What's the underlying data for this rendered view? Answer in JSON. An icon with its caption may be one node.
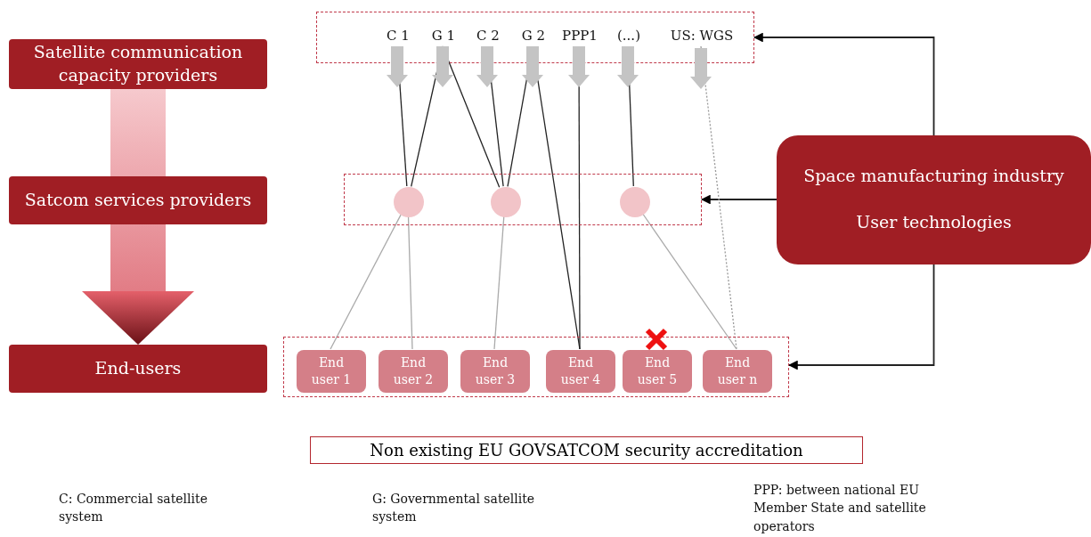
{
  "diagram": {
    "nodes": [
      {
        "text": [
          "Satellite communication capacity providers"
        ]
      },
      {
        "text": [
          "Satcom services providers"
        ]
      },
      {
        "text": [
          "End-users"
        ]
      },
      {
        "text": [],
        "shape": "box"
      },
      {
        "text": [
          "C 1"
        ],
        "in": 3
      },
      {
        "text": [
          "G 1"
        ],
        "in": 3
      },
      {
        "text": [
          "C 2"
        ],
        "in": 3
      },
      {
        "text": [
          "G 2"
        ],
        "in": 3
      },
      {
        "text": [
          "PPP1"
        ],
        "in": 3
      },
      {
        "text": [
          "(...)"
        ],
        "in": 3
      },
      {
        "text": [
          "US: WGS"
        ],
        "in": 3
      },
      {
        "text": [
          "Space manufacturing industry",
          "User technologies"
        ]
      },
      {
        "text": [],
        "shape": "box"
      },
      {
        "text": [],
        "shape": "circle",
        "in": 12
      },
      {
        "text": [],
        "shape": "circle",
        "in": 12
      },
      {
        "text": [],
        "shape": "circle",
        "in": 12
      },
      {
        "text": [],
        "shape": "box"
      },
      {
        "text": [
          "End user 1"
        ],
        "in": 16
      },
      {
        "text": [
          "End user 2"
        ],
        "in": 16
      },
      {
        "text": [
          "End user 3"
        ],
        "in": 16
      },
      {
        "text": [
          "End user 4"
        ],
        "in": 16
      },
      {
        "text": [
          "End user 5"
        ],
        "in": 16
      },
      {
        "text": [
          "End user n"
        ],
        "in": 16
      },
      {
        "text": [
          "Non existing EU GOVSATCOM security accreditation"
        ]
      }
    ],
    "edges": [
      {
        "from": 0,
        "to": 1,
        "arrow": "none",
        "style": "thick"
      },
      {
        "from": 1,
        "to": 2,
        "arrow": "to",
        "style": "thick"
      },
      {
        "from": 11,
        "to": 3,
        "arrow": "to"
      },
      {
        "from": 11,
        "to": 12,
        "arrow": "to"
      },
      {
        "from": 11,
        "to": 16,
        "arrow": "to"
      },
      {
        "from": 4,
        "to": 13,
        "arrow": "none"
      },
      {
        "from": 5,
        "to": 13,
        "arrow": "none"
      },
      {
        "from": 5,
        "to": 14,
        "arrow": "none"
      },
      {
        "from": 6,
        "to": 14,
        "arrow": "none"
      },
      {
        "from": 7,
        "to": 14,
        "arrow": "none"
      },
      {
        "from": 7,
        "to": 20,
        "arrow": "none"
      },
      {
        "from": 8,
        "to": 20,
        "arrow": "none"
      },
      {
        "from": 9,
        "to": 15,
        "arrow": "none"
      },
      {
        "from": 10,
        "to": 22,
        "arrow": "none",
        "style": "dashed",
        "color": "#999999"
      },
      {
        "from": 13,
        "to": 17,
        "arrow": "none",
        "color": "#aaaaaa"
      },
      {
        "from": 13,
        "to": 18,
        "arrow": "none",
        "color": "#aaaaaa"
      },
      {
        "from": 14,
        "to": 19,
        "arrow": "none",
        "color": "#aaaaaa"
      },
      {
        "from": 15,
        "to": 22,
        "arrow": "none",
        "color": "#aaaaaa"
      }
    ],
    "labels": [
      "C: Commercial satellite system",
      "G: Governmental satellite system",
      "PPP: between national EU Member State and satellite operators"
    ]
  }
}
